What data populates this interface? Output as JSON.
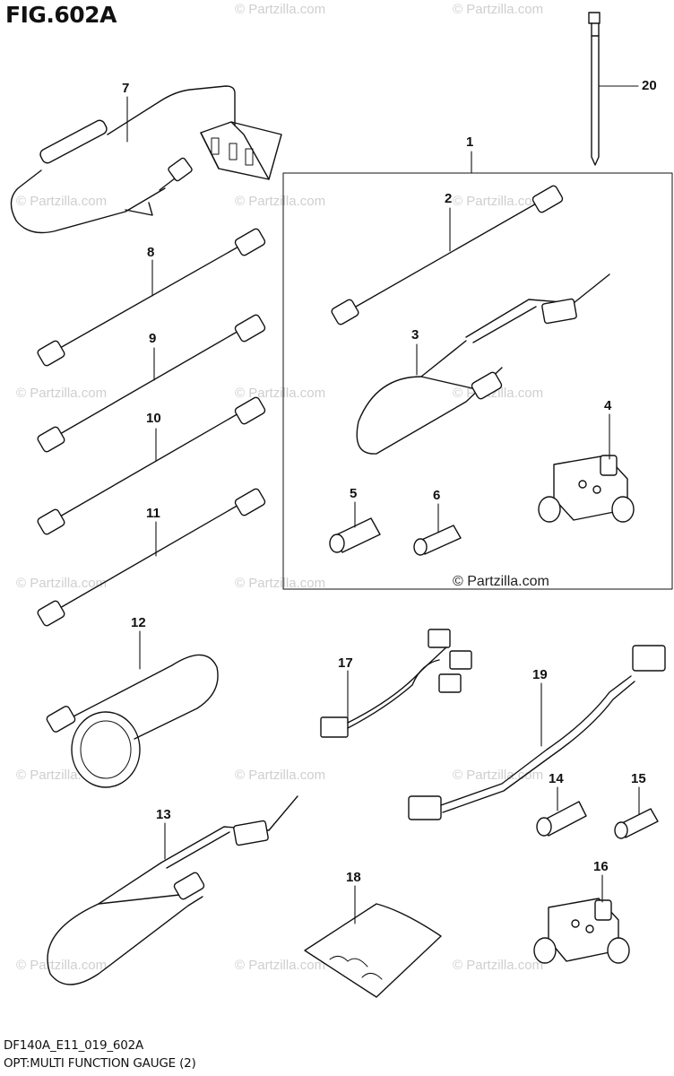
{
  "figure": {
    "title": "FIG.602A",
    "code": "DF140A_E11_019_602A",
    "caption": "OPT:MULTI FUNCTION GAUGE (2)"
  },
  "credit": "© Partzilla.com",
  "watermark_text": "© Partzilla.com",
  "callouts": [
    "1",
    "2",
    "3",
    "4",
    "5",
    "6",
    "7",
    "8",
    "9",
    "10",
    "11",
    "12",
    "13",
    "14",
    "15",
    "16",
    "17",
    "18",
    "19",
    "20"
  ],
  "colors": {
    "ink": "#111111",
    "watermark": "#cfcfcf",
    "background": "#ffffff"
  },
  "icons": [
    "cable-icon",
    "connector-icon",
    "tee-connector-icon",
    "terminator-icon",
    "cable-tie-icon",
    "sensor-icon",
    "harness-icon",
    "parts-bag-icon"
  ]
}
